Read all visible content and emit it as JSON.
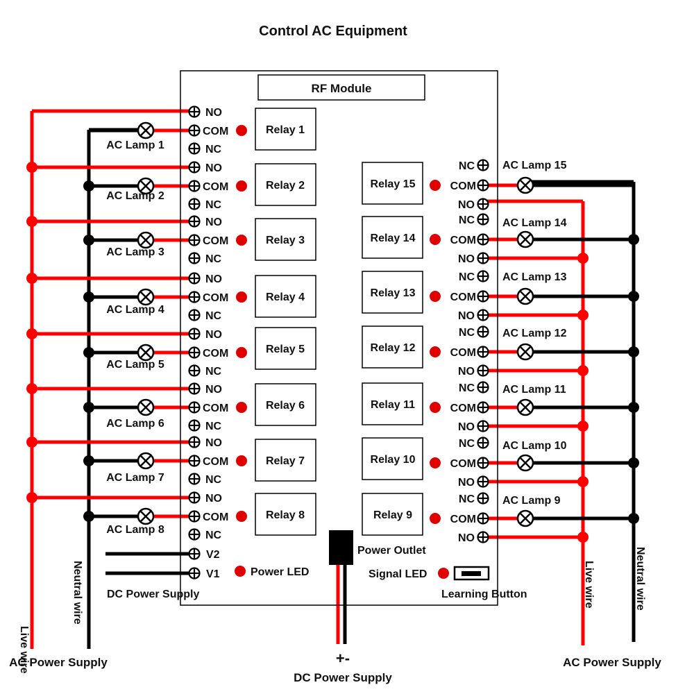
{
  "title": "Control AC Equipment",
  "rf_module": "RF Module",
  "terminal_labels": {
    "no": "NO",
    "com": "COM",
    "nc": "NC"
  },
  "relays_left": [
    {
      "label": "Relay 1",
      "lamp": "AC Lamp 1"
    },
    {
      "label": "Relay 2",
      "lamp": "AC Lamp 2"
    },
    {
      "label": "Relay 3",
      "lamp": "AC Lamp 3"
    },
    {
      "label": "Relay 4",
      "lamp": "AC Lamp 4"
    },
    {
      "label": "Relay 5",
      "lamp": "AC Lamp 5"
    },
    {
      "label": "Relay 6",
      "lamp": "AC Lamp 6"
    },
    {
      "label": "Relay 7",
      "lamp": "AC Lamp 7"
    },
    {
      "label": "Relay 8",
      "lamp": "AC Lamp 8"
    }
  ],
  "relays_right": [
    {
      "label": "Relay 15",
      "lamp": "AC Lamp 15"
    },
    {
      "label": "Relay 14",
      "lamp": "AC Lamp 14"
    },
    {
      "label": "Relay 13",
      "lamp": "AC Lamp 13"
    },
    {
      "label": "Relay 12",
      "lamp": "AC Lamp 12"
    },
    {
      "label": "Relay 11",
      "lamp": "AC Lamp 11"
    },
    {
      "label": "Relay 10",
      "lamp": "AC Lamp 10"
    },
    {
      "label": "Relay 9",
      "lamp": "AC Lamp 9"
    }
  ],
  "dc_terminals": {
    "v2": "V2",
    "v1": "V1"
  },
  "power_led": "Power LED",
  "dc_power_supply_inner": "DC Power Supply",
  "power_outlet": "Power Outlet",
  "signal_led": "Signal LED",
  "learning_button": "Learning Button",
  "polarity": "+-",
  "dc_power_supply_bottom": "DC Power Supply",
  "live_wire": "Live wire",
  "neutral_wire": "Neutral wire",
  "ac_power_supply_left": "AC Power Supply",
  "ac_power_supply_right": "AC Power Supply",
  "colors": {
    "live": "#ff0000",
    "neutral": "#000000",
    "led": "#e00000",
    "outline": "#000000"
  }
}
